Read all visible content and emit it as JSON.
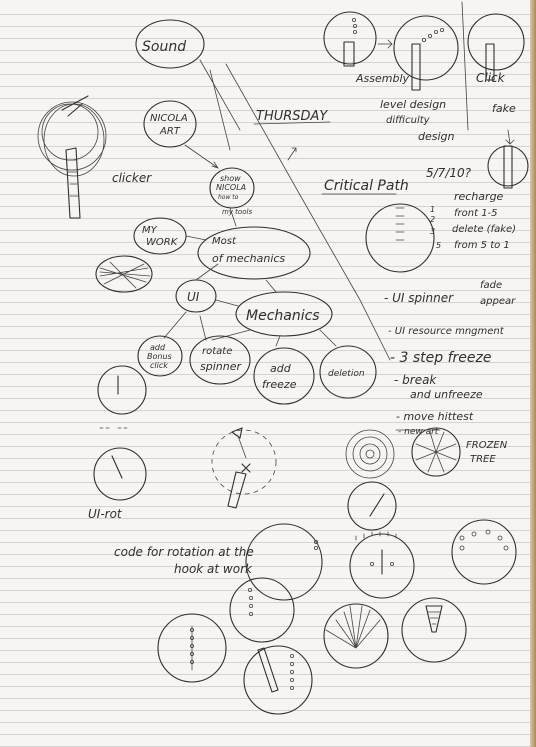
{
  "notes": {
    "sound": "Sound",
    "nicola_art_1": "NICOLA",
    "nicola_art_2": "ART",
    "thursday": "THURSDAY",
    "show_nicola_1": "show",
    "show_nicola_2": "NICOLA",
    "show_nicola_3": "how to",
    "show_nicola_4": "my tools",
    "my_work_1": "MY",
    "my_work_2": "WORK",
    "most_mechanics_1": "Most",
    "most_mechanics_2": "of mechanics",
    "ui": "UI",
    "mechanics": "Mechanics",
    "add_bonus_1": "add",
    "add_bonus_2": "Bonus",
    "add_bonus_3": "click",
    "rotate_spinner_1": "rotate",
    "rotate_spinner_2": "spinner",
    "add_freeze_1": "add",
    "add_freeze_2": "freeze",
    "deletion": "deletion",
    "clicker": "clicker",
    "ui_rot": "UI-rot",
    "code_line_1": "code for rotation at the",
    "code_line_2": "hook at work",
    "assembly": "Assembly",
    "click": "Click",
    "fake": "fake",
    "level_design_1": "level design",
    "level_design_2": "difficulty",
    "level_design_3": "design",
    "count_question": "5/7/10?",
    "critical_path": "Critical Path",
    "recharge": "recharge",
    "front_1": "front 1-5",
    "delete_fake": "delete (fake)",
    "from_5_to_1": "from 5 to 1",
    "num_1": "1",
    "num_2": "2",
    "num_3": "3",
    "num_5": "5",
    "list_1": "- UI spinner",
    "list_1_fade": "fade",
    "list_1_appear": "appear",
    "list_2": "- UI resource mngment",
    "list_3": "- 3 step freeze",
    "list_4": "- break",
    "list_4b": "and unfreeze",
    "list_5": "- move hittest",
    "list_6": "- new art",
    "frozen_1": "FROZEN",
    "frozen_2": "TREE"
  }
}
